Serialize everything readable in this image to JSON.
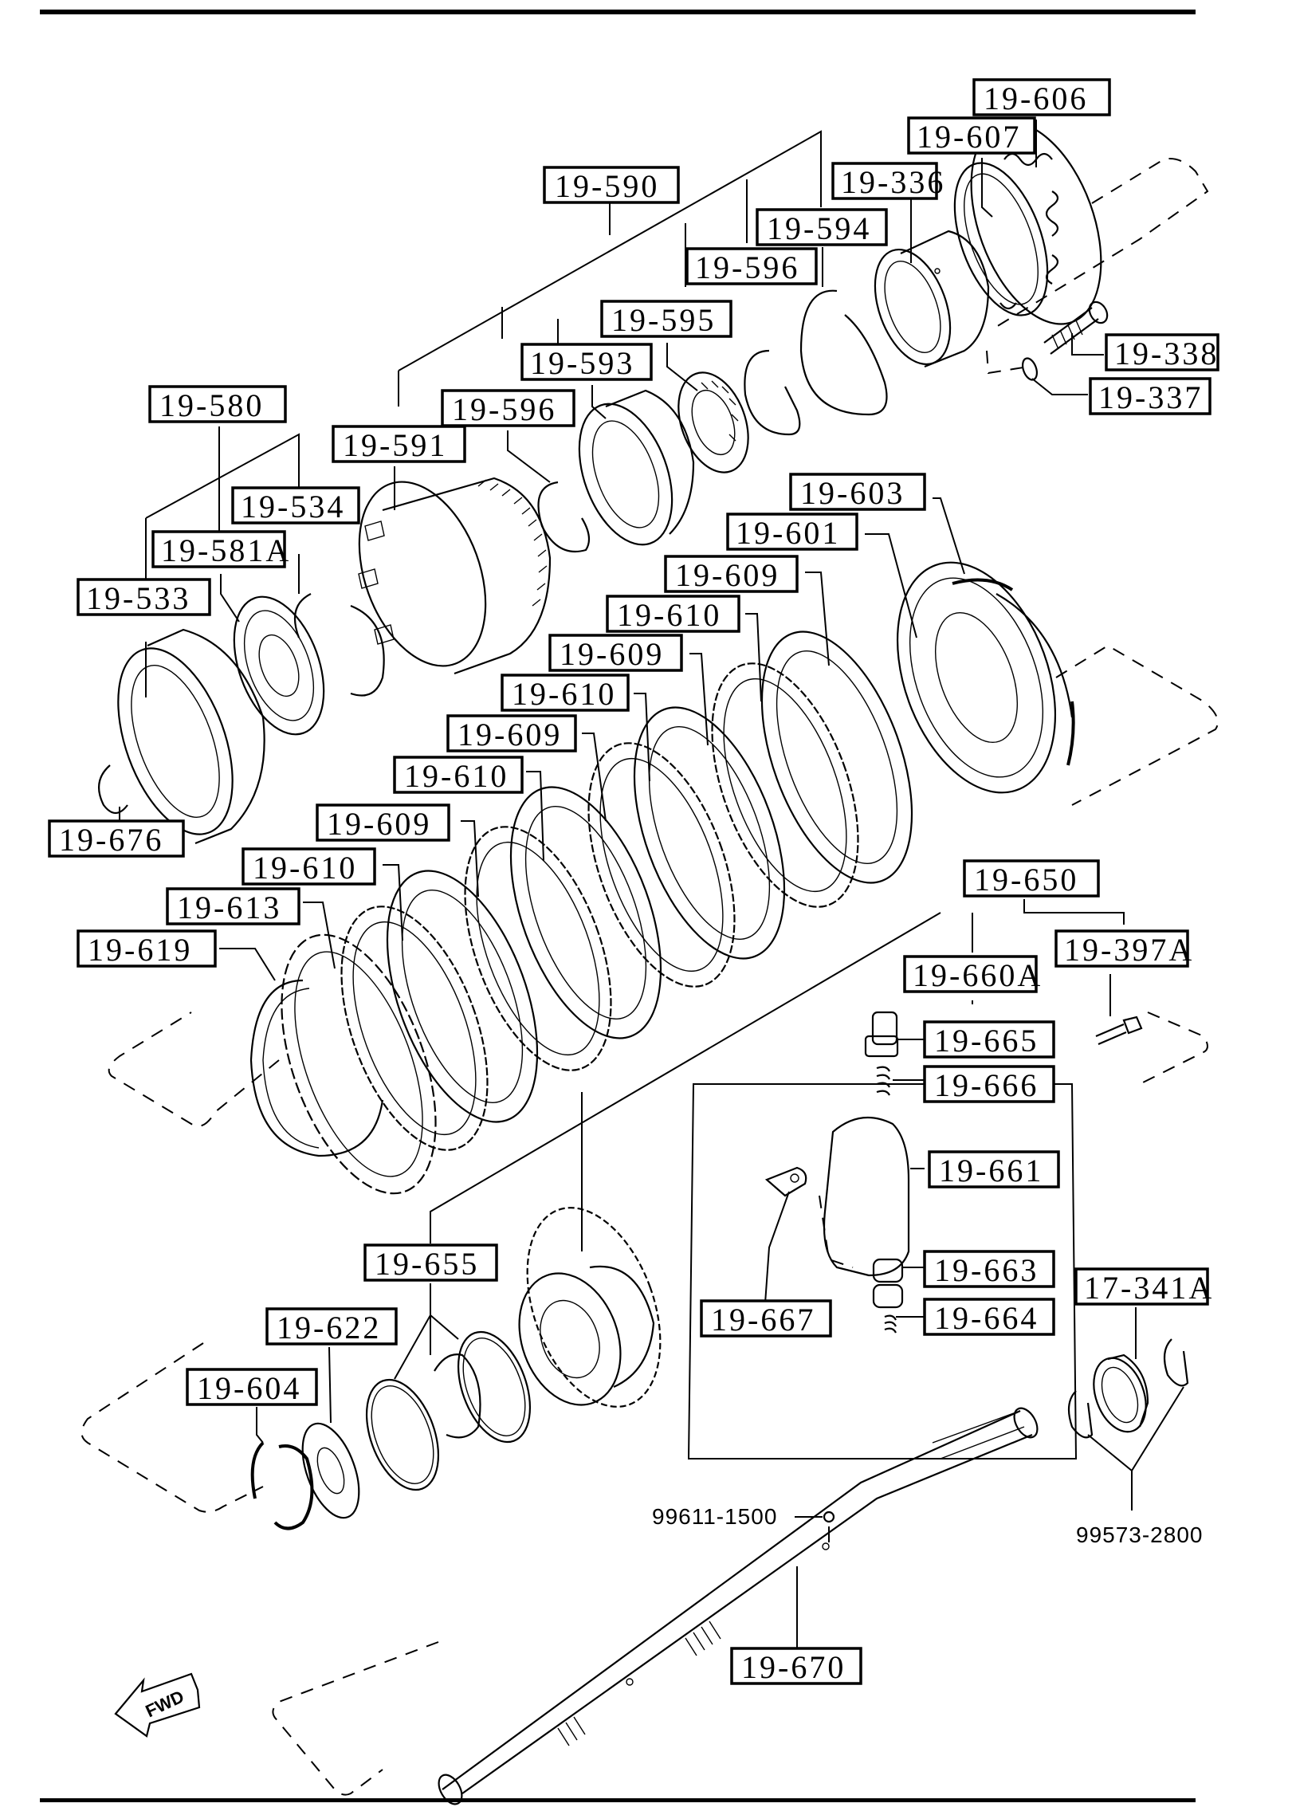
{
  "diagram": {
    "type": "exploded-parts-diagram",
    "direction_indicator": "FWD",
    "callouts": {
      "p19_606": "19-606",
      "p19_607": "19-607",
      "p19_590": "19-590",
      "p19_336": "19-336",
      "p19_594": "19-594",
      "p19_596a": "19-596",
      "p19_595": "19-595",
      "p19_338": "19-338",
      "p19_593": "19-593",
      "p19_337": "19-337",
      "p19_580": "19-580",
      "p19_596b": "19-596",
      "p19_591": "19-591",
      "p19_534": "19-534",
      "p19_603": "19-603",
      "p19_581A": "19-581A",
      "p19_601": "19-601",
      "p19_533": "19-533",
      "p19_609a": "19-609",
      "p19_610a": "19-610",
      "p19_609b": "19-609",
      "p19_610b": "19-610",
      "p19_609c": "19-609",
      "p19_610c": "19-610",
      "p19_676": "19-676",
      "p19_609d": "19-609",
      "p19_610d": "19-610",
      "p19_613": "19-613",
      "p19_619": "19-619",
      "p19_650": "19-650",
      "p19_660A": "19-660A",
      "p19_397A": "19-397A",
      "p19_665": "19-665",
      "p19_666": "19-666",
      "p19_661": "19-661",
      "p19_655": "19-655",
      "p19_663": "19-663",
      "p19_622": "19-622",
      "p19_667": "19-667",
      "p19_664": "19-664",
      "p17_341A": "17-341A",
      "p19_604": "19-604",
      "p19_670": "19-670"
    },
    "plain_labels": {
      "p99611_1500": "99611-1500",
      "p99573_2800": "99573-2800"
    }
  }
}
